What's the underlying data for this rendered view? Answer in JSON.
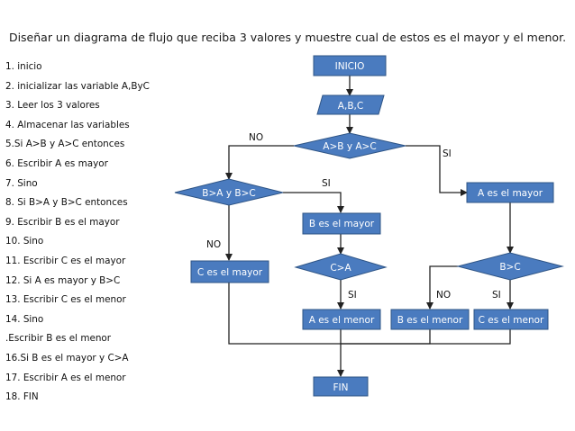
{
  "title": "Diseñar un diagrama de flujo que reciba 3 valores y muestre cual de estos es el mayor y el menor.",
  "steps": [
    "1. inicio",
    "2. inicializar las variable A,ByC",
    "3. Leer los 3 valores",
    "4. Almacenar las variables",
    "5.Si  A>B y A>C entonces",
    "6. Escribir A es mayor",
    "7. Sino",
    "8. Si B>A y B>C entonces",
    "9. Escribir B es el mayor",
    "10. Sino",
    "11. Escribir C es el mayor",
    "12. Si A es mayor y B>C",
    "13. Escribir C es el menor",
    "14. Sino",
    ".Escribir B es el menor",
    "16.Si B es el mayor y C>A",
    "17. Escribir A es el menor",
    "18. FIN"
  ],
  "nodes": {
    "inicio": "INICIO",
    "input": "A,B,C",
    "decision1": "A>B y A>C",
    "decision2": "B>A y B>C",
    "a_mayor": "A es el mayor",
    "b_mayor": "B es el mayor",
    "c_mayor": "C es el mayor",
    "decision_ca": "C>A",
    "decision_bc": "B>C",
    "a_menor": "A es el menor",
    "b_menor": "B es el menor",
    "c_menor": "C es el menor",
    "fin": "FIN"
  },
  "edges": {
    "d1_no": "NO",
    "d1_si": "SI",
    "d2_si": "SI",
    "d2_no": "NO",
    "ca_si": "SI",
    "bc_no": "NO",
    "bc_si": "SI"
  },
  "colors": {
    "node_fill": "#4a7bbf",
    "node_stroke": "#2f5586",
    "line": "#222222"
  }
}
